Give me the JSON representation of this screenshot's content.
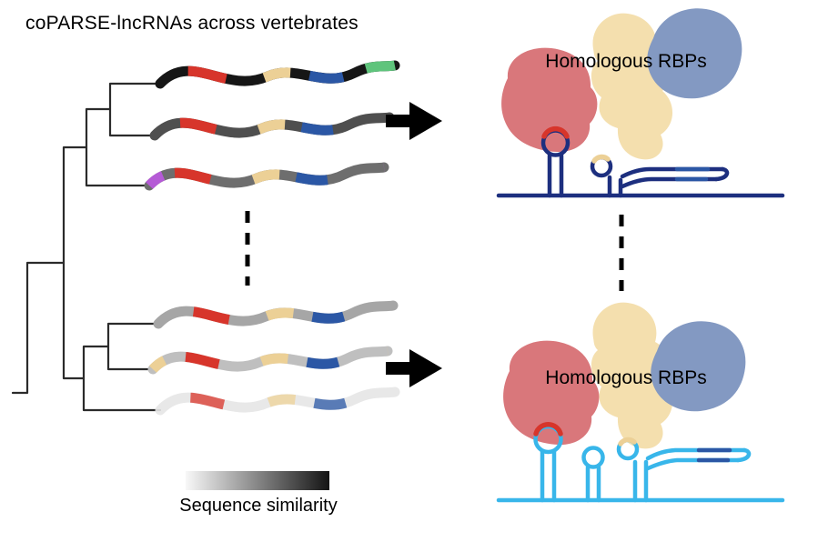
{
  "title": "coPARSE-lncRNAs across vertebrates",
  "panels": {
    "top": {
      "label": "Homologous RBPs"
    },
    "bottom": {
      "label": "Homologous RBPs"
    }
  },
  "legend": {
    "label": "Sequence similarity",
    "gradient_from": "#f8f8f8",
    "gradient_to": "#141414"
  },
  "colors": {
    "ink": "#000000",
    "tree": "#2b2b2b",
    "motif_red": "#d7352b",
    "motif_tan": "#ecd096",
    "motif_blue": "#2b57a5",
    "motif_green": "#5fc47c",
    "motif_purple": "#b55bd6",
    "strand_shades": [
      "#161616",
      "#4f4f4f",
      "#6e6e6e",
      "#a6a6a6",
      "#bfbfbf",
      "#e6e6e6"
    ],
    "rna_top": "#1d2f7f",
    "rna_bottom": "#38b6ea",
    "blob_red": "#d9777b",
    "blob_tan": "#f4dfae",
    "blob_blue": "#8399c2"
  },
  "strands": [
    {
      "shade": "black",
      "motifs": [
        "red",
        "tan",
        "blue",
        "green"
      ]
    },
    {
      "shade": "dark-gray",
      "motifs": [
        "red",
        "tan",
        "blue"
      ]
    },
    {
      "shade": "gray",
      "motifs": [
        "purple",
        "red",
        "tan",
        "blue"
      ]
    },
    {
      "shade": "light-gray",
      "motifs": [
        "red",
        "tan",
        "blue"
      ]
    },
    {
      "shade": "lighter-gray",
      "motifs": [
        "tan",
        "red",
        "tan",
        "blue"
      ]
    },
    {
      "shade": "near-white",
      "motifs": [
        "red",
        "tan",
        "blue"
      ]
    }
  ]
}
